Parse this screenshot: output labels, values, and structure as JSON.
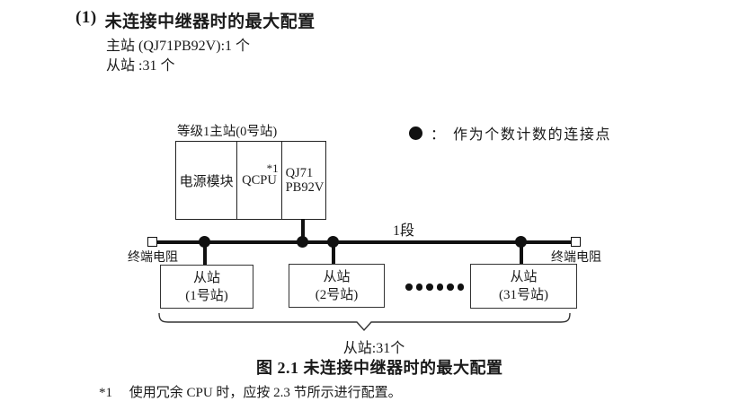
{
  "heading": {
    "number": "(1)",
    "title": "未连接中继器时的最大配置",
    "master_line": "主站 (QJ71PB92V):1 个",
    "slave_line": "从站 :31 个"
  },
  "diagram": {
    "master": {
      "label": "等级1主站(0号站)",
      "cells": [
        {
          "label": "电源模块"
        },
        {
          "label": "QCPU",
          "note": "*1"
        },
        {
          "label_line1": "QJ71",
          "label_line2": "PB92V"
        }
      ]
    },
    "legend": {
      "separator": "：",
      "text": "作为个数计数的连接点"
    },
    "bus": {
      "segment_label": "1段",
      "terminator_left": "终端电阻",
      "terminator_right": "终端电阻"
    },
    "slaves": [
      {
        "line1": "从站",
        "line2": "(1号站)"
      },
      {
        "line1": "从站",
        "line2": "(2号站)"
      },
      {
        "line1": "从站",
        "line2": "(31号站)"
      }
    ],
    "ellipsis_dot_count": 6,
    "brace_label": "从站:31个",
    "caption": "图 2.1 未连接中继器时的最大配置"
  },
  "footnote": {
    "ref": "*1",
    "text": "使用冗余 CPU 时，应按 2.3 节所示进行配置。"
  },
  "colors": {
    "ink": "#1a1a1a",
    "line": "#111111",
    "box_border": "#333333"
  }
}
